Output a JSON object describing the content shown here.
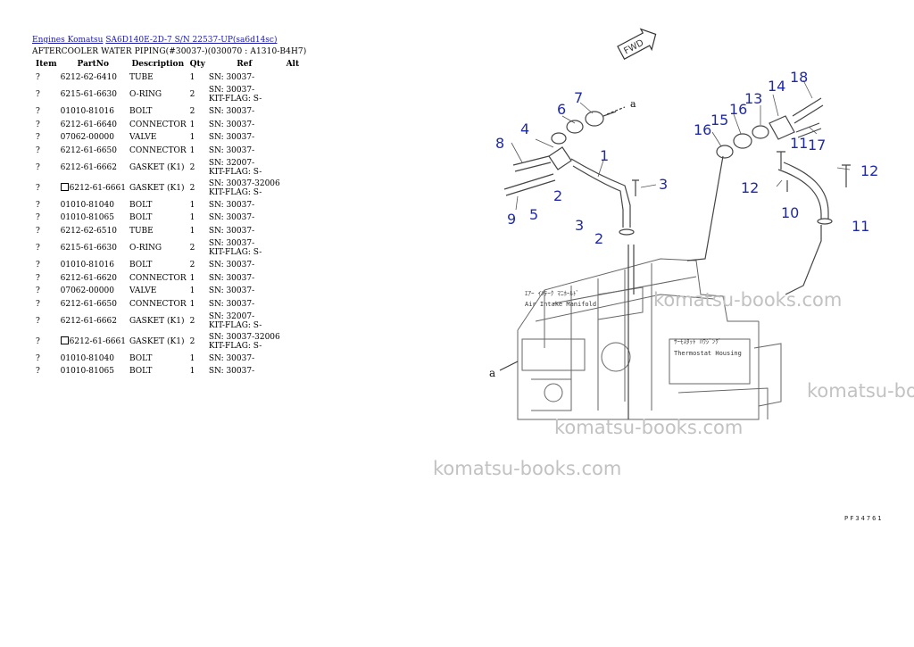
{
  "breadcrumb": {
    "link1": "Engines Komatsu",
    "link2": "SA6D140E-2D-7 S/N 22537-UP(sa6d14sc)"
  },
  "title": "AFTERCOOLER WATER PIPING(#30037-)(030070 : A1310-B4H7)",
  "columns": {
    "item": "Item",
    "part": "PartNo",
    "desc": "Description",
    "qty": "Qty",
    "ref": "Ref",
    "alt": "Alt"
  },
  "rows": [
    {
      "item": "?",
      "part": "6212-62-6410",
      "desc": "TUBE",
      "qty": "1",
      "ref1": "SN: 30037-",
      "ref2": "",
      "boxed": false
    },
    {
      "item": "?",
      "part": "6215-61-6630",
      "desc": "O-RING",
      "qty": "2",
      "ref1": "SN: 30037-",
      "ref2": "KIT-FLAG: S-",
      "boxed": false
    },
    {
      "item": "?",
      "part": "01010-81016",
      "desc": "BOLT",
      "qty": "2",
      "ref1": "SN: 30037-",
      "ref2": "",
      "boxed": false
    },
    {
      "item": "?",
      "part": "6212-61-6640",
      "desc": "CONNECTOR",
      "qty": "1",
      "ref1": "SN: 30037-",
      "ref2": "",
      "boxed": false
    },
    {
      "item": "?",
      "part": "07062-00000",
      "desc": "VALVE",
      "qty": "1",
      "ref1": "SN: 30037-",
      "ref2": "",
      "boxed": false
    },
    {
      "item": "?",
      "part": "6212-61-6650",
      "desc": "CONNECTOR",
      "qty": "1",
      "ref1": "SN: 30037-",
      "ref2": "",
      "boxed": false
    },
    {
      "item": "?",
      "part": "6212-61-6662",
      "desc": "GASKET (K1)",
      "qty": "2",
      "ref1": "SN: 32007-",
      "ref2": "KIT-FLAG: S-",
      "boxed": false
    },
    {
      "item": "?",
      "part": "6212-61-6661",
      "desc": "GASKET (K1)",
      "qty": "2",
      "ref1": "SN: 30037-32006",
      "ref2": "KIT-FLAG: S-",
      "boxed": true
    },
    {
      "item": "?",
      "part": "01010-81040",
      "desc": "BOLT",
      "qty": "1",
      "ref1": "SN: 30037-",
      "ref2": "",
      "boxed": false
    },
    {
      "item": "?",
      "part": "01010-81065",
      "desc": "BOLT",
      "qty": "1",
      "ref1": "SN: 30037-",
      "ref2": "",
      "boxed": false
    },
    {
      "item": "?",
      "part": "6212-62-6510",
      "desc": "TUBE",
      "qty": "1",
      "ref1": "SN: 30037-",
      "ref2": "",
      "boxed": false
    },
    {
      "item": "?",
      "part": "6215-61-6630",
      "desc": "O-RING",
      "qty": "2",
      "ref1": "SN: 30037-",
      "ref2": "KIT-FLAG: S-",
      "boxed": false
    },
    {
      "item": "?",
      "part": "01010-81016",
      "desc": "BOLT",
      "qty": "2",
      "ref1": "SN: 30037-",
      "ref2": "",
      "boxed": false
    },
    {
      "item": "?",
      "part": "6212-61-6620",
      "desc": "CONNECTOR",
      "qty": "1",
      "ref1": "SN: 30037-",
      "ref2": "",
      "boxed": false
    },
    {
      "item": "?",
      "part": "07062-00000",
      "desc": "VALVE",
      "qty": "1",
      "ref1": "SN: 30037-",
      "ref2": "",
      "boxed": false
    },
    {
      "item": "?",
      "part": "6212-61-6650",
      "desc": "CONNECTOR",
      "qty": "1",
      "ref1": "SN: 30037-",
      "ref2": "",
      "boxed": false
    },
    {
      "item": "?",
      "part": "6212-61-6662",
      "desc": "GASKET (K1)",
      "qty": "2",
      "ref1": "SN: 32007-",
      "ref2": "KIT-FLAG: S-",
      "boxed": false
    },
    {
      "item": "?",
      "part": "6212-61-6661",
      "desc": "GASKET (K1)",
      "qty": "2",
      "ref1": "SN: 30037-32006",
      "ref2": "KIT-FLAG: S-",
      "boxed": true
    },
    {
      "item": "?",
      "part": "01010-81040",
      "desc": "BOLT",
      "qty": "1",
      "ref1": "SN: 30037-",
      "ref2": "",
      "boxed": false
    },
    {
      "item": "?",
      "part": "01010-81065",
      "desc": "BOLT",
      "qty": "1",
      "ref1": "SN: 30037-",
      "ref2": "",
      "boxed": false
    }
  ],
  "diagram": {
    "fwd_label": "FWD",
    "arrow_label": "a",
    "callouts": [
      "1",
      "2",
      "2",
      "3",
      "3",
      "4",
      "5",
      "6",
      "7",
      "8",
      "9",
      "10",
      "11",
      "11",
      "12",
      "12",
      "13",
      "14",
      "15",
      "16",
      "16",
      "17",
      "18"
    ],
    "annotation_air_jp": "ｴｱｰ ｲﾝﾃｰｸ ﾏﾆﾎｰﾙﾄﾞ",
    "annotation_air": "Air Intake Manifold",
    "annotation_thermo_jp": "ｻｰﾓｽﾀｯﾄ ﾊｳｼﾞﾝｸﾞ",
    "annotation_thermo": "Thermostat Housing",
    "drawing_code": "PF34761",
    "colors": {
      "callout": "#1f2aa8",
      "line": "#444444"
    }
  },
  "watermark": "komatsu-books.com"
}
